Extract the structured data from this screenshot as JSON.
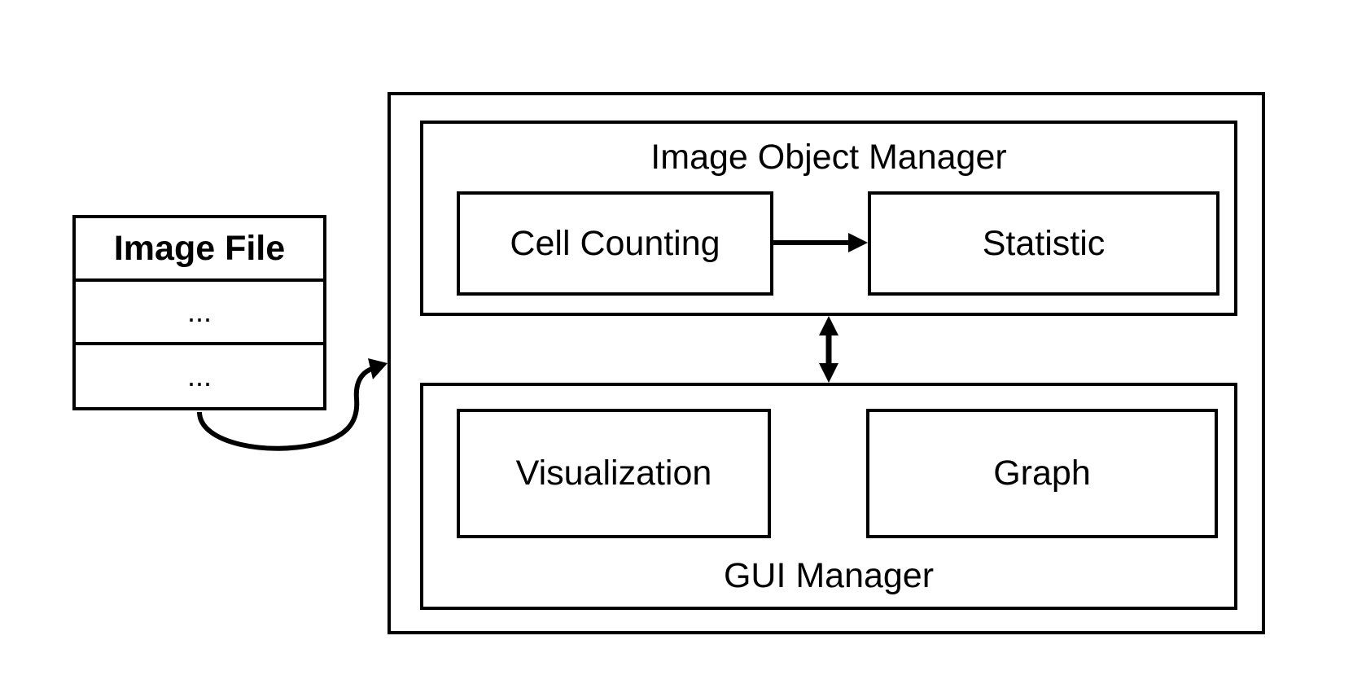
{
  "image_file": {
    "header": "Image File",
    "rows": [
      "...",
      "..."
    ]
  },
  "system": {
    "image_object_manager": {
      "title": "Image Object Manager",
      "cell_counting": "Cell Counting",
      "statistic": "Statistic"
    },
    "gui_manager": {
      "title": "GUI Manager",
      "visualization": "Visualization",
      "graph": "Graph"
    }
  },
  "colors": {
    "stroke": "#000000",
    "background": "#ffffff"
  }
}
